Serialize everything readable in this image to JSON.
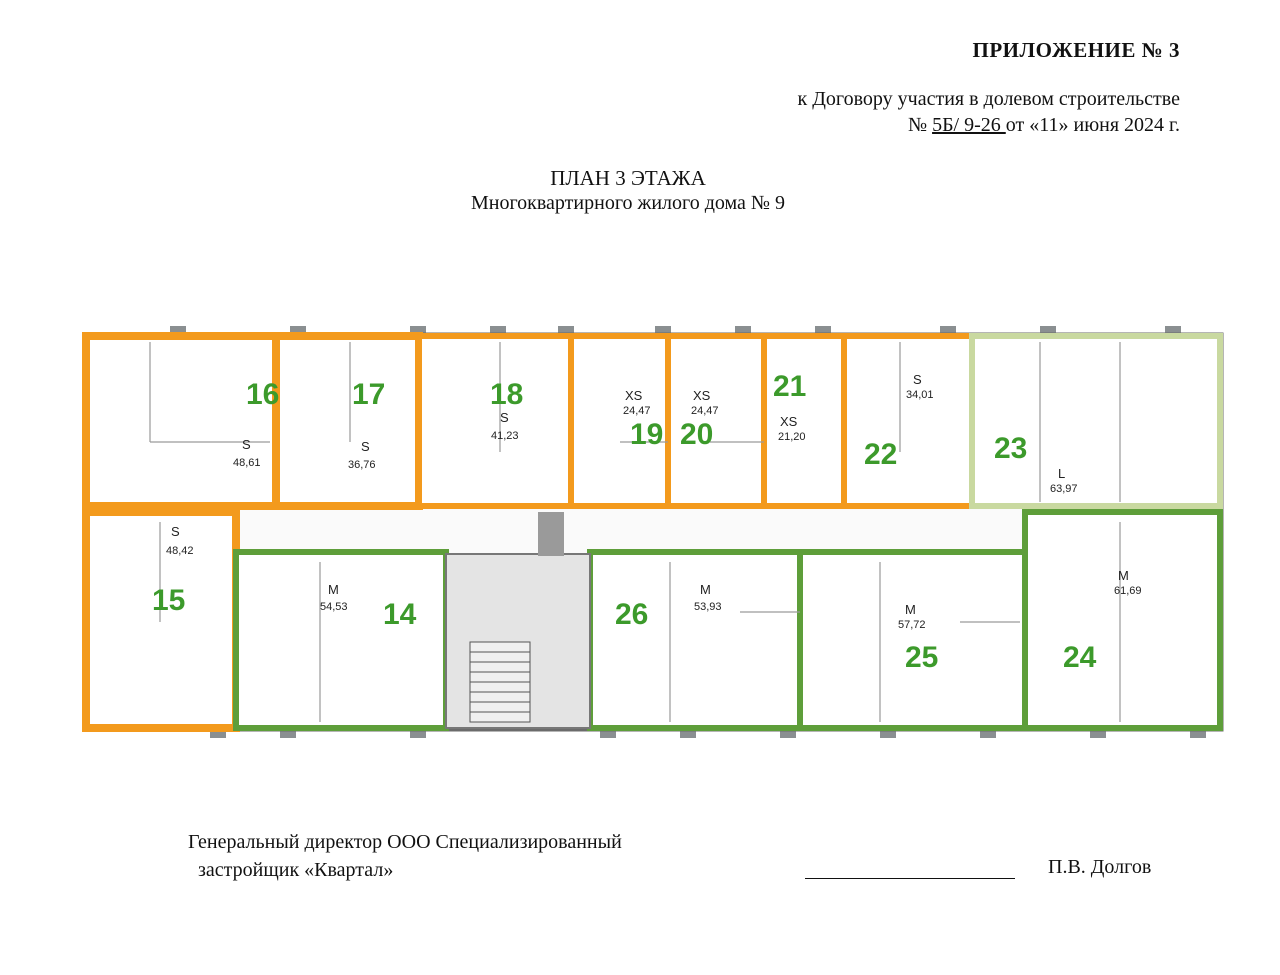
{
  "header": {
    "appendix": "ПРИЛОЖЕНИЕ № 3",
    "contract_line1": "к Договору участия в долевом строительстве",
    "contract_no_prefix": "№ ",
    "contract_no": "5Б/ 9-26 ",
    "contract_date": "от «11» июня 2024 г."
  },
  "title": {
    "plan": "ПЛАН 3 ЭТАЖА",
    "subtitle": "Многоквартирного жилого дома № 9"
  },
  "floorplan": {
    "colors": {
      "orange": "#f39a1d",
      "green": "#5e9e3a",
      "label_orange": "#3c9a2b",
      "label_green": "#3c9a2b"
    },
    "apartments": [
      {
        "number": "16",
        "size": "S",
        "area": "48,61",
        "color": "orange"
      },
      {
        "number": "17",
        "size": "S",
        "area": "36,76",
        "color": "orange"
      },
      {
        "number": "18",
        "size": "S",
        "area": "41,23",
        "color": "orange"
      },
      {
        "number": "19",
        "size": "XS",
        "area": "24,47",
        "color": "orange"
      },
      {
        "number": "20",
        "size": "XS",
        "area": "24,47",
        "color": "orange"
      },
      {
        "number": "21",
        "size": "XS",
        "area": "21,20",
        "color": "orange"
      },
      {
        "number": "22",
        "size": "S",
        "area": "34,01",
        "color": "orange"
      },
      {
        "number": "23",
        "size": "L",
        "area": "63,97",
        "color": "orange"
      },
      {
        "number": "15",
        "size": "S",
        "area": "48,42",
        "color": "orange"
      },
      {
        "number": "14",
        "size": "M",
        "area": "54,53",
        "color": "green"
      },
      {
        "number": "26",
        "size": "M",
        "area": "53,93",
        "color": "green"
      },
      {
        "number": "25",
        "size": "M",
        "area": "57,72",
        "color": "green"
      },
      {
        "number": "24",
        "size": "M",
        "area": "61,69",
        "color": "green"
      }
    ]
  },
  "signature": {
    "line1": "Генеральный директор ООО Специализированный",
    "line2": "застройщик «Квартал»",
    "signer": "П.В. Долгов"
  }
}
